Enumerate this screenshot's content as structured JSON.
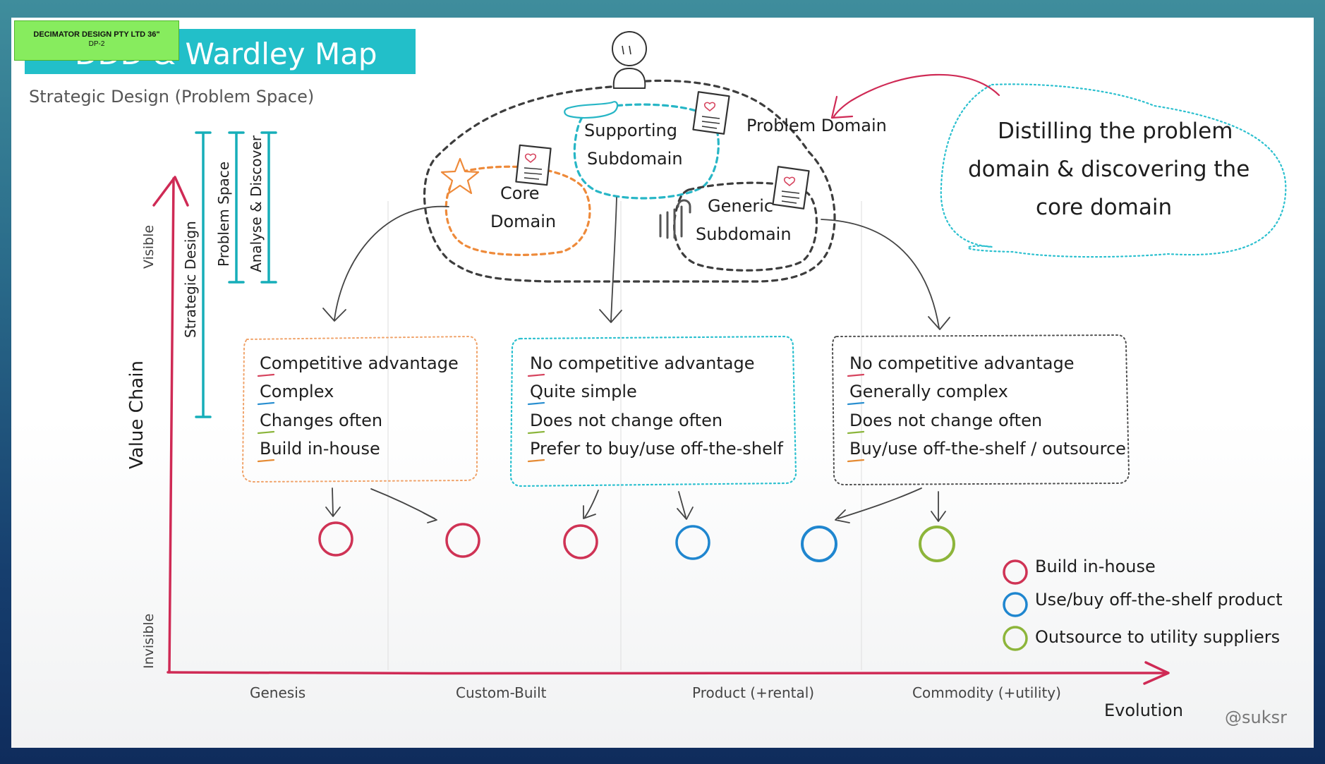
{
  "overlay_badge": {
    "line1": "DECIMATOR DESIGN PTY LTD 36\"",
    "line2": "DP-2"
  },
  "header": {
    "title": "DDD & Wardley Map",
    "subtitle": "Strategic Design (Problem Space)",
    "title_bar_color": "#22bfc9"
  },
  "brackets": [
    "Strategic Design",
    "Problem Space",
    "Analyse & Discover"
  ],
  "axes": {
    "y_label": "Value Chain",
    "y_top": "Visible",
    "y_bottom": "Invisible",
    "x_label": "Evolution",
    "stages": [
      "Genesis",
      "Custom-Built",
      "Product (+rental)",
      "Commodity (+utility)"
    ]
  },
  "problem_domain": {
    "label": "Problem Domain",
    "core": [
      "Core",
      "Domain"
    ],
    "supporting": [
      "Supporting",
      "Subdomain"
    ],
    "generic": [
      "Generic",
      "Subdomain"
    ]
  },
  "cloud_note": [
    "Distilling the problem",
    "domain & discovering the",
    "core domain"
  ],
  "boxes": {
    "core": [
      "Competitive advantage",
      "Complex",
      "Changes often",
      "Build in-house"
    ],
    "supporting": [
      "No competitive advantage",
      "Quite simple",
      "Does not change often",
      "Prefer to buy/use off-the-shelf"
    ],
    "generic": [
      "No competitive advantage",
      "Generally complex",
      "Does not change often",
      "Buy/use off-the-shelf / outsource"
    ]
  },
  "markers": [
    "build",
    "build",
    "build",
    "buy",
    "buy",
    "outsource"
  ],
  "legend": {
    "build": "Build in-house",
    "buy": "Use/buy off-the-shelf product",
    "outsource": "Outsource to utility suppliers"
  },
  "colors": {
    "build": "#cf3355",
    "buy": "#1f86cf",
    "outsource": "#8db53a",
    "axis": "#cf2a55",
    "bracket": "#16aeb9"
  },
  "credit": "@suksr"
}
